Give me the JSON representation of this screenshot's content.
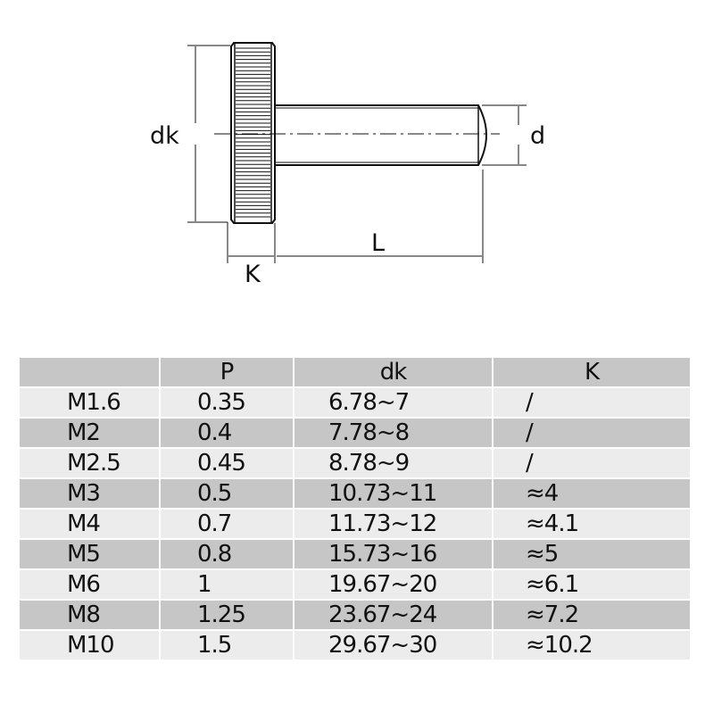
{
  "drawing": {
    "labels": {
      "dk": "dk",
      "d": "d",
      "K": "K",
      "L": "L"
    }
  },
  "table": {
    "headers": [
      "",
      "P",
      "dk",
      "K"
    ],
    "rows": [
      [
        "M1.6",
        "0.35",
        "6.78~7",
        "/"
      ],
      [
        "M2",
        "0.4",
        "7.78~8",
        "/"
      ],
      [
        "M2.5",
        "0.45",
        "8.78~9",
        "/"
      ],
      [
        "M3",
        "0.5",
        "10.73~11",
        "≈4"
      ],
      [
        "M4",
        "0.7",
        "11.73~12",
        "≈4.1"
      ],
      [
        "M5",
        "0.8",
        "15.73~16",
        "≈5"
      ],
      [
        "M6",
        "1",
        "19.67~20",
        "≈6.1"
      ],
      [
        "M8",
        "1.25",
        "23.67~24",
        "≈7.2"
      ],
      [
        "M10",
        "1.5",
        "29.67~30",
        "≈10.2"
      ]
    ]
  }
}
